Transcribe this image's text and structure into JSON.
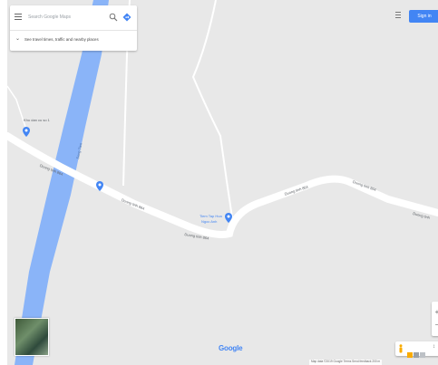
{
  "search": {
    "placeholder": "Search Google Maps",
    "suggestion": "See travel times, traffic and nearby places"
  },
  "header": {
    "signin_label": "Sign in"
  },
  "labels": {
    "place_top_left": "Khu dan cu so 1",
    "river": "Song Tien",
    "road_left_1": "Duong tinh 864",
    "road_left_2": "Duong tinh 864",
    "road_center": "Duong tinh 864",
    "road_right_1": "Duong tinh 864",
    "road_right_2": "Duong tinh",
    "place_center": "Tiem Tap Hoa",
    "place_center_2": "Ngoc Anh"
  },
  "footer": {
    "google_logo": "Google",
    "attribution": "Map data ©2019 Google   Terms   Send feedback   200 m"
  },
  "zoom": {
    "in_label": "+",
    "out_label": "−"
  },
  "colors": {
    "land": "#e8e8e8",
    "water": "#8ab4f8",
    "road": "#ffffff",
    "pin": "#4285f4",
    "accent": "#4285f4"
  },
  "icons": {
    "menu": "menu-icon",
    "search": "search-icon",
    "directions": "directions-icon",
    "apps": "apps-icon",
    "pegman": "pegman-icon",
    "pin": "map-pin-icon"
  }
}
